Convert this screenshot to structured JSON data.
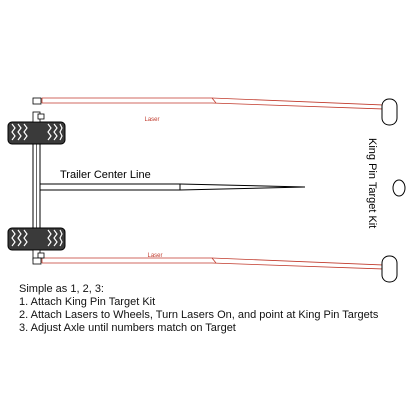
{
  "colors": {
    "laser": "#c0392b",
    "line": "#000000",
    "tire": "#3a3a3a",
    "background": "#ffffff"
  },
  "labels": {
    "laser_top": "Laser",
    "laser_bottom": "Laser",
    "center_line": "Trailer Center Line",
    "target_kit": "King Pin Target Kit"
  },
  "instructions": {
    "intro": "Simple as 1, 2, 3:",
    "steps": [
      "1. Attach King Pin Target Kit",
      "2. Attach Lasers to Wheels, Turn Lasers On, and point at King Pin Targets",
      "3. Adjust Axle until numbers match on Target"
    ]
  }
}
